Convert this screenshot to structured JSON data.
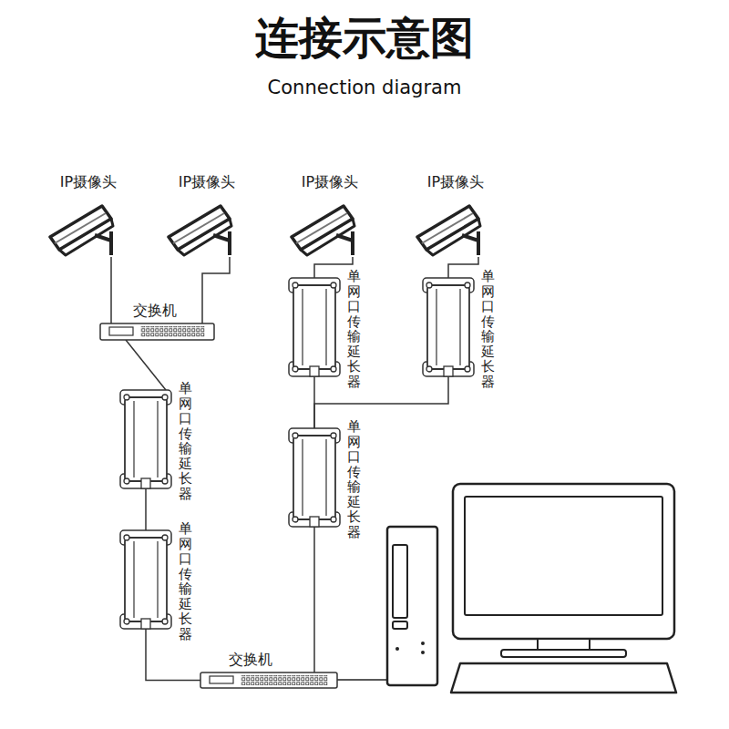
{
  "diagram": {
    "title": "连接示意图",
    "caption": "Connection diagram",
    "nodes": [
      {
        "text": [
          "IP摄像头"
        ]
      },
      {
        "text": [
          "IP摄像头"
        ]
      },
      {
        "text": [
          "IP摄像头"
        ]
      },
      {
        "text": [
          "IP摄像头"
        ]
      },
      {
        "text": [
          "交换机"
        ]
      },
      {
        "text": [
          "单网口传输延长器"
        ]
      },
      {
        "text": [
          "单网口传输延长器"
        ]
      },
      {
        "text": [
          "单网口传输延长器"
        ]
      },
      {
        "text": [
          "单网口传输延长器"
        ]
      },
      {
        "text": [
          "单网口传输延长器"
        ]
      },
      {
        "text": [
          "交换机"
        ]
      }
    ],
    "edges": [
      {
        "from": 0,
        "to": 4,
        "arrow": "none"
      },
      {
        "from": 1,
        "to": 4,
        "arrow": "none"
      },
      {
        "from": 2,
        "to": 5,
        "arrow": "none"
      },
      {
        "from": 3,
        "to": 6,
        "arrow": "none"
      },
      {
        "from": 4,
        "to": 7,
        "arrow": "none"
      },
      {
        "from": 5,
        "to": 8,
        "arrow": "none"
      },
      {
        "from": 6,
        "to": 8,
        "arrow": "none"
      },
      {
        "from": 7,
        "to": 9,
        "arrow": "none"
      },
      {
        "from": 9,
        "to": 10,
        "arrow": "none"
      },
      {
        "from": 8,
        "to": 10,
        "arrow": "none"
      }
    ]
  }
}
